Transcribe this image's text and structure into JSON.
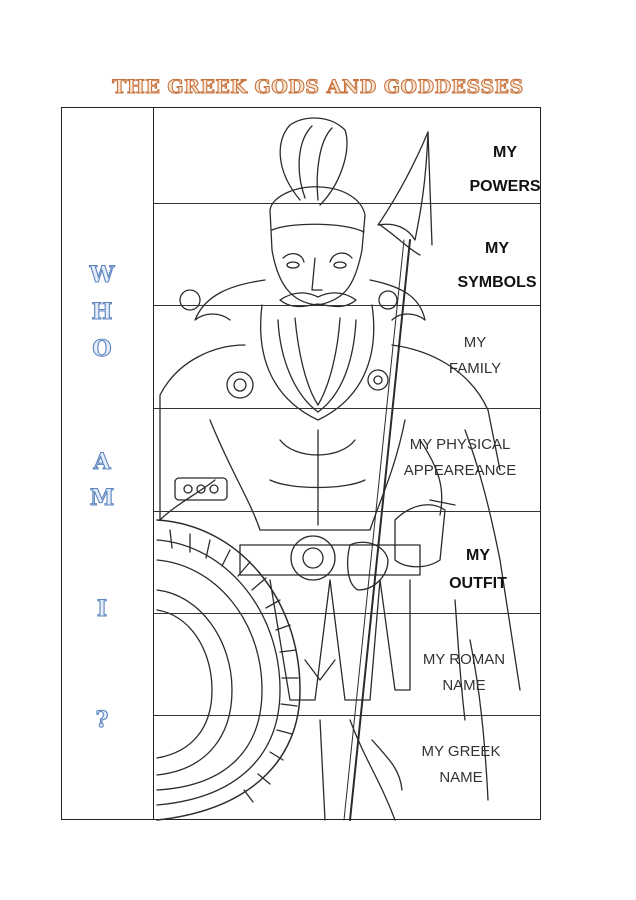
{
  "title": "THE GREEK GODS AND GODDESSES",
  "side_letters": [
    "W",
    "H",
    "O",
    "A",
    "M",
    "I",
    "?"
  ],
  "rows": [
    {
      "line1": "MY",
      "line2": "POWERS"
    },
    {
      "line1": "MY",
      "line2": "SYMBOLS"
    },
    {
      "line1": "MY",
      "line2": "FAMILY"
    },
    {
      "line1": "MY PHYSICAL",
      "line2": "APPEAREANCE"
    },
    {
      "line1": "MY",
      "line2": "OUTFIT"
    },
    {
      "line1": "MY ROMAN",
      "line2": "NAME"
    },
    {
      "line1": "MY GREEK",
      "line2": "NAME"
    }
  ],
  "colors": {
    "title_outline": "#c8733d",
    "side_letters_outline": "#5d84bf",
    "lines": "#222222"
  },
  "illustration": "warrior-god-line-drawing"
}
